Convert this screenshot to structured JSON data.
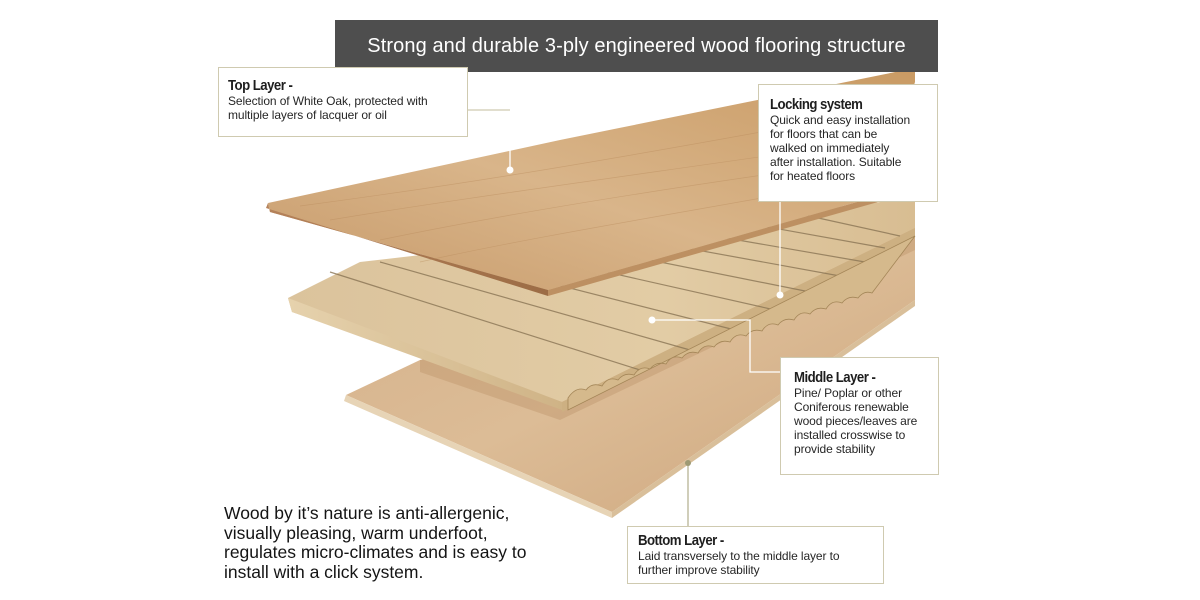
{
  "title": "Strong and durable 3-ply engineered wood flooring structure",
  "colors": {
    "title_bar_bg": "#4e4e4e",
    "title_text": "#ffffff",
    "callout_border": "#cfcab0",
    "connector_line": "#ffffff",
    "connector_line_bottom": "#b7b394",
    "top_layer_wood": "#d2a97a",
    "middle_layer_wood": "#dcc49a",
    "bottom_layer_wood": "#d8b58d"
  },
  "callouts": {
    "top_layer": {
      "title": "Top Layer -",
      "lines": [
        "Selection of White Oak, protected with",
        "multiple layers of lacquer or oil"
      ]
    },
    "locking_system": {
      "title": "Locking system",
      "lines": [
        "Quick and easy installation",
        "for floors that can be",
        "walked on immediately",
        "after installation. Suitable",
        "for heated floors"
      ]
    },
    "middle_layer": {
      "title": "Middle Layer -",
      "lines": [
        "Pine/ Poplar or other",
        "Coniferous renewable",
        "wood pieces/leaves are",
        "installed crosswise to",
        "provide stability"
      ]
    },
    "bottom_layer": {
      "title": "Bottom Layer -",
      "lines": [
        "Laid transversely to the middle layer to",
        "further improve stability"
      ]
    }
  },
  "note": {
    "lines": [
      "Wood by it’s nature is anti-allergenic,",
      "visually pleasing, warm underfoot,",
      "regulates micro-climates and is easy to",
      "install with a click system."
    ]
  },
  "icons": {
    "connector_dot": "filled-circle"
  }
}
